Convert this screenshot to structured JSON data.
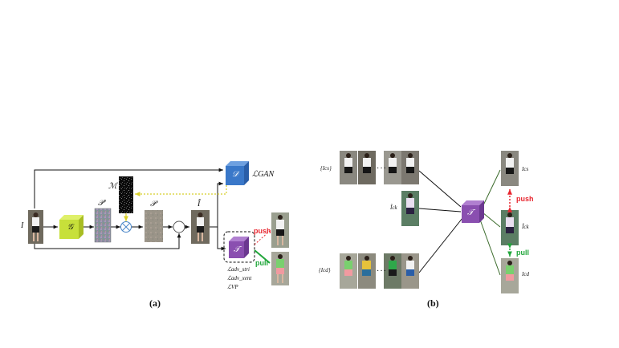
{
  "panel_a": {
    "caption": "(a)",
    "input_label": "I",
    "generator_label": "𝒢",
    "perturbation_raw_label": "𝒫′",
    "mask_label": "ℳ",
    "perturbation_label": "𝒫",
    "adv_image_label": "Î",
    "discriminator_label": "𝒟",
    "loss_gan_label": "ℒGAN",
    "target_model_label": "𝒯",
    "push_label": "push",
    "pull_label": "pull",
    "losses": [
      "ℒadv_stri",
      "ℒadv_xent",
      "ℒVP"
    ]
  },
  "panel_b": {
    "caption": "(b)",
    "set_cs_label": "{Ics}",
    "set_cd_label": "{Icd}",
    "anchor_label": "Îck",
    "target_model_label": "𝒯",
    "out_cs_label": "Ics",
    "out_anchor_label": "Îck",
    "out_cd_label": "Icd",
    "push_label": "push",
    "pull_label": "pull",
    "ellipsis": "···"
  },
  "colors": {
    "generator": "#c7e03a",
    "discriminator": "#3a78c9",
    "target": "#8a4fb0",
    "push": "#e8262f",
    "pull": "#20a63a",
    "mask_feedback": "#d8cf2a"
  }
}
